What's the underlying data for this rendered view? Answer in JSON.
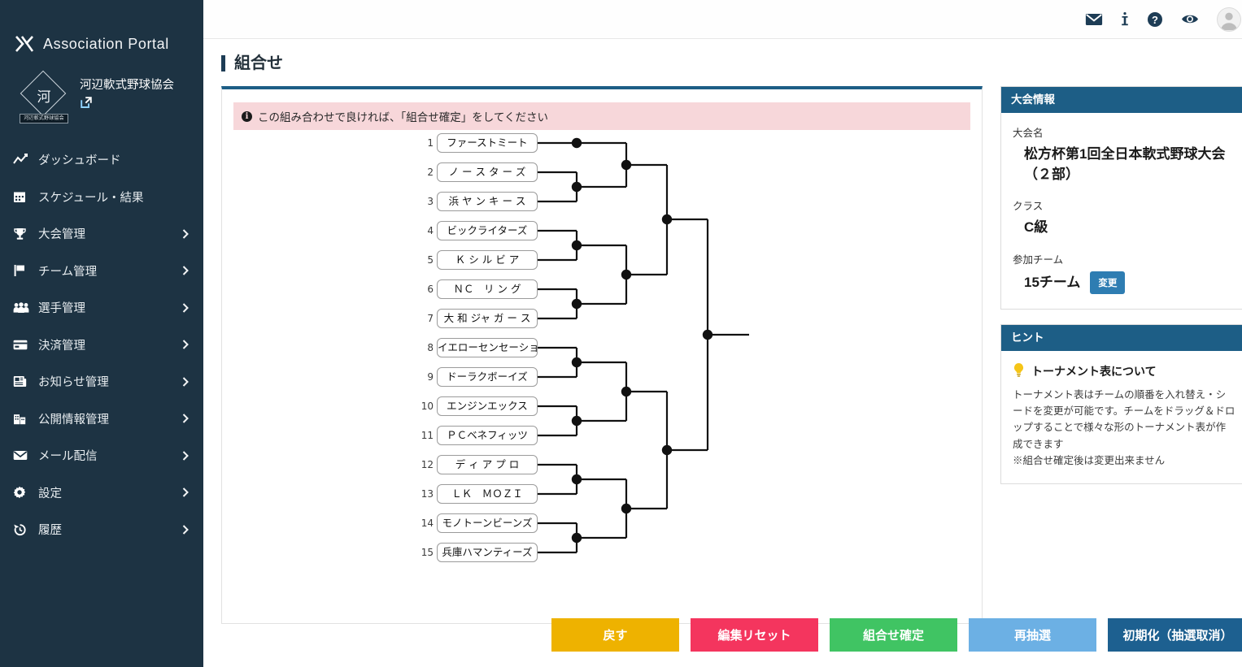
{
  "sidebar": {
    "brand": "Association Portal",
    "brand_logo_icon": "portal-logo-icon",
    "org_name": "河辺軟式野球協会",
    "org_badge_kanji": "河",
    "org_badge_strip": "河辺軟式野球協会",
    "org_link_icon": "external-link-icon",
    "items": [
      {
        "label": "ダッシュボード",
        "icon": "chart-line-icon",
        "chevron": false
      },
      {
        "label": "スケジュール・結果",
        "icon": "calendar-icon",
        "chevron": false
      },
      {
        "label": "大会管理",
        "icon": "trophy-icon",
        "chevron": true
      },
      {
        "label": "チーム管理",
        "icon": "flag-icon",
        "chevron": true
      },
      {
        "label": "選手管理",
        "icon": "users-icon",
        "chevron": true
      },
      {
        "label": "決済管理",
        "icon": "credit-card-icon",
        "chevron": true
      },
      {
        "label": "お知らせ管理",
        "icon": "newspaper-icon",
        "chevron": true
      },
      {
        "label": "公開情報管理",
        "icon": "building-icon",
        "chevron": true
      },
      {
        "label": "メール配信",
        "icon": "envelope-icon",
        "chevron": true
      },
      {
        "label": "設定",
        "icon": "gear-icon",
        "chevron": true
      },
      {
        "label": "履歴",
        "icon": "history-icon",
        "chevron": true
      }
    ]
  },
  "topbar": {
    "icons": [
      "mail-icon",
      "info-icon",
      "help-circle-icon",
      "eye-icon"
    ],
    "avatar_icon": "user-avatar-icon"
  },
  "page": {
    "title": "組合せ",
    "alert_icon": "info-circle-icon",
    "alert_text": "この組み合わせで良ければ、「組合せ確定」をしてください"
  },
  "bracket": {
    "teams": [
      {
        "seed": "1",
        "name": "ファーストミート"
      },
      {
        "seed": "2",
        "name": "ノ ー ス タ ー ズ"
      },
      {
        "seed": "3",
        "name": "浜 ヤ ン キ ー ス"
      },
      {
        "seed": "4",
        "name": "ビックライターズ"
      },
      {
        "seed": "5",
        "name": "Ｋ シ ル ビ ア"
      },
      {
        "seed": "6",
        "name": "ＮＣ　リ ン グ"
      },
      {
        "seed": "7",
        "name": "大 和 ジャ ガ ー ス"
      },
      {
        "seed": "8",
        "name": "イエローセンセーション"
      },
      {
        "seed": "9",
        "name": "ドーラクボーイズ"
      },
      {
        "seed": "10",
        "name": "エンジンエックス"
      },
      {
        "seed": "11",
        "name": "ＰＣベネフィッツ"
      },
      {
        "seed": "12",
        "name": "デ ィ ア プ ロ"
      },
      {
        "seed": "13",
        "name": "ＬＫ　ＭＯＺＩ"
      },
      {
        "seed": "14",
        "name": "モノトーンビーンズ"
      },
      {
        "seed": "15",
        "name": "兵庫ハマンティーズ"
      }
    ]
  },
  "info_card": {
    "header": "大会情報",
    "name_label": "大会名",
    "name_value": "松方杯第1回全日本軟式野球大会（２部）",
    "class_label": "クラス",
    "class_value": "C級",
    "teams_label": "参加チーム",
    "teams_value": "15チーム",
    "change_button": "変更"
  },
  "hint_card": {
    "header": "ヒント",
    "bulb_icon": "lightbulb-icon",
    "title": "トーナメント表について",
    "body": "トーナメント表はチームの順番を入れ替え・シードを変更が可能です。チームをドラッグ＆ドロップすることで様々な形のトーナメント表が作成できます",
    "note": "※組合せ確定後は変更出来ません"
  },
  "footer": {
    "back": "戻す",
    "reset": "編集リセット",
    "confirm": "組合せ確定",
    "redraw": "再抽選",
    "init": "初期化（抽選取消）"
  },
  "colors": {
    "sidebar_bg": "#1d3343",
    "accent_blue": "#1d5e86",
    "alert_bg": "#f7d7da",
    "btn_yellow": "#eeb200",
    "btn_pink": "#f4355e",
    "btn_green": "#40c463",
    "btn_light_blue": "#6cb0e4",
    "btn_dark_blue": "#1d6090"
  }
}
